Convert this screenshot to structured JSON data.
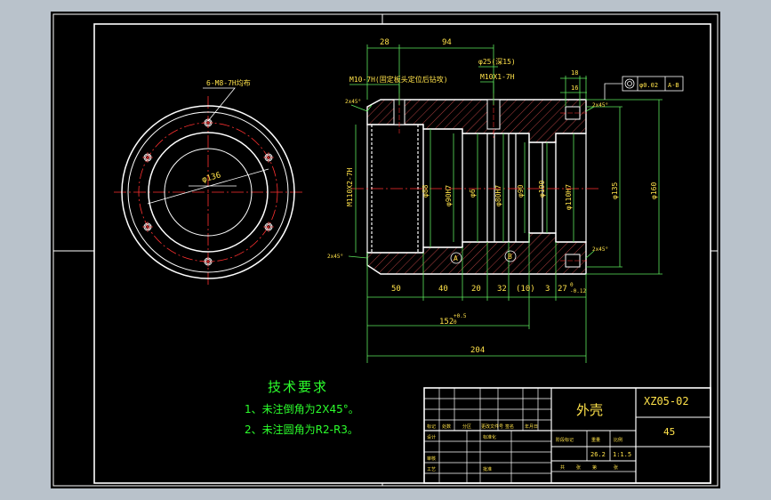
{
  "colors": {
    "outer_background": "#b9c2cb",
    "sheet": "#000000",
    "border_line": "#ffffff",
    "part_outline": "#ffffff",
    "dimension": "#5de85d",
    "center_line": "#ff3030",
    "hatch": "#b04040",
    "text_yellow": "#ffe24a"
  },
  "dimensions": {
    "d28": "28",
    "d94": "94",
    "thread_top_left": "M10-7H(固定板头定位后钻攻)",
    "dia_25": "φ25(深15)",
    "thread_top_right": "M10X1-7H",
    "d18": "18",
    "d16": "16",
    "chamfer_top": "2x45°",
    "chamfer_right_top": "2x45°",
    "chamfer_left_bottom": "2x45°",
    "chamfer_right_bottom": "2x45°",
    "thread_left": "M110X2-7H",
    "bore1": "φ90H7",
    "bore2": "φ88",
    "bore3": "φ6",
    "bore4": "φ80H7",
    "bore5": "φ90",
    "bore6": "φ100",
    "bore7": "φ110H7",
    "od135": "φ135",
    "od160": "φ160",
    "len50": "50",
    "len40": "40",
    "len20": "20",
    "len32": "32",
    "len10": "(10)",
    "len3": "3",
    "len27": "27",
    "len152": "152",
    "len204": "204",
    "mark_a": "A",
    "mark_b": "B",
    "tol_a": "A-B",
    "tol_val": "φ0.02",
    "hole_note": "6-M8-7H均布",
    "pcd": "φ136",
    "tol_plus": "+0.5",
    "tol_zero": "0",
    "tol_012": "-0.12"
  },
  "tech_requirements": {
    "title": "技术要求",
    "line1": "1、未注倒角为2X45°。",
    "line2": "2、未注圆角为R2-R3。"
  },
  "title_block": {
    "part_name": "外壳",
    "drawing_no": "XZ05-02",
    "material": "45",
    "scale": "1:1.5",
    "weight": "26.2",
    "head1": "标记",
    "head2": "处数",
    "head3": "分区",
    "head4": "更改文件号",
    "head5": "签名",
    "head6": "年月日",
    "design": "设计",
    "standardize": "标准化",
    "stage_mark": "阶段标记",
    "weight_label": "重量",
    "scale_label": "比例",
    "review": "审核",
    "process": "工艺",
    "approve": "批准",
    "sheet_total": "共",
    "sheet_no": "第",
    "sheets_suffix": "张"
  }
}
